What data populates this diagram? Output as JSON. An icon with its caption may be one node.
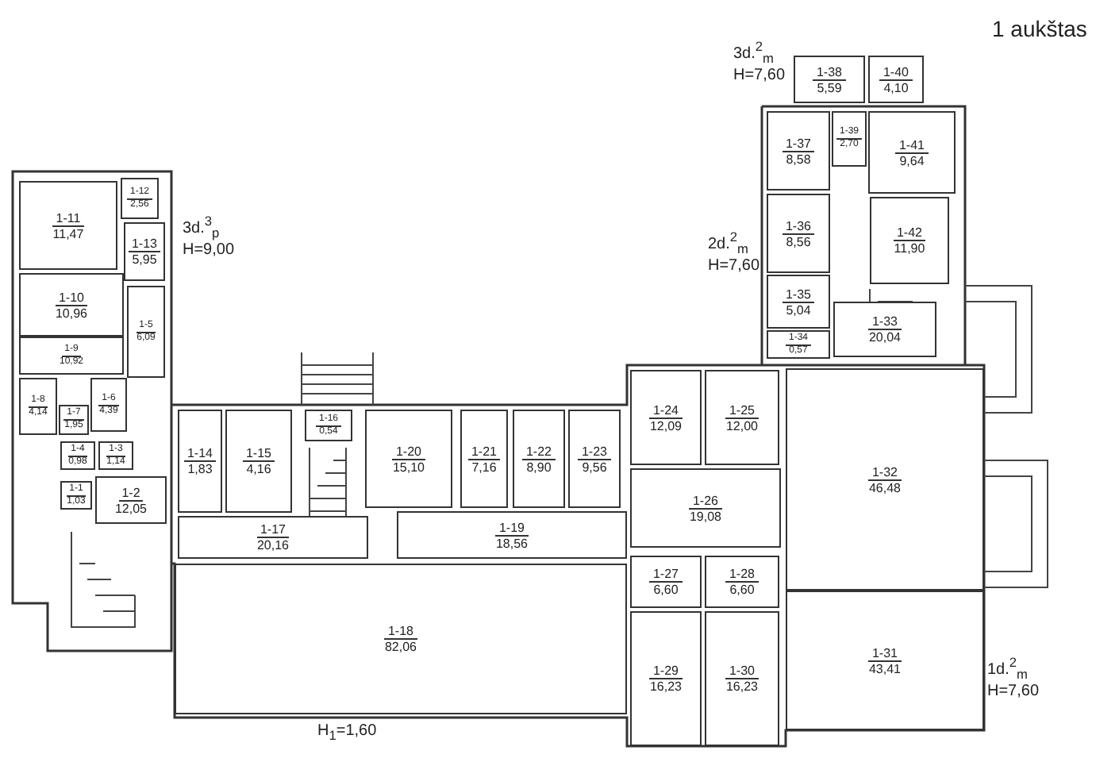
{
  "diagram": {
    "title": "1 aukštas",
    "nodes": [
      {
        "text": [
          "1-38",
          "5,59"
        ]
      },
      {
        "text": [
          "1-40",
          "4,10"
        ]
      },
      {
        "text": [
          "1-37",
          "8,58"
        ]
      },
      {
        "text": [
          "1-39",
          "2,70"
        ]
      },
      {
        "text": [
          "1-41",
          "9,64"
        ]
      },
      {
        "text": [
          "1-12",
          "2,56"
        ]
      },
      {
        "text": [
          "1-11",
          "11,47"
        ]
      },
      {
        "text": [
          "1-13",
          "5,95"
        ]
      },
      {
        "text": [
          "1-10",
          "10,96"
        ]
      },
      {
        "text": [
          "1-36",
          "8,56"
        ]
      },
      {
        "text": [
          "1-42",
          "11,90"
        ]
      },
      {
        "text": [
          "1-9",
          "10,92"
        ]
      },
      {
        "text": [
          "1-35",
          "5,04"
        ]
      },
      {
        "text": [
          "1-5",
          "6,09"
        ]
      },
      {
        "text": [
          "1-6",
          "4,39"
        ]
      },
      {
        "text": [
          "1-8",
          "4,14"
        ]
      },
      {
        "text": [
          "1-34",
          "0,57"
        ]
      },
      {
        "text": [
          "1-33",
          "20,04"
        ]
      },
      {
        "text": [
          "1-7",
          "1,95"
        ]
      },
      {
        "text": [
          "1-24",
          "12,09"
        ]
      },
      {
        "text": [
          "1-25",
          "12,00"
        ]
      },
      {
        "text": [
          "1-32",
          "46,48"
        ]
      },
      {
        "text": [
          "1-16",
          "0,54"
        ]
      },
      {
        "text": [
          "1-20",
          "15,10"
        ]
      },
      {
        "text": [
          "1-21",
          "7,16"
        ]
      },
      {
        "text": [
          "1-22",
          "8,90"
        ]
      },
      {
        "text": [
          "1-23",
          "9,56"
        ]
      },
      {
        "text": [
          "1-4",
          "0,98"
        ]
      },
      {
        "text": [
          "1-3",
          "1,14"
        ]
      },
      {
        "text": [
          "1-14",
          "1,83"
        ]
      },
      {
        "text": [
          "1-15",
          "4,16"
        ]
      },
      {
        "text": [
          "1-26",
          "19,08"
        ]
      },
      {
        "text": [
          "1-1",
          "1,03"
        ]
      },
      {
        "text": [
          "1-2",
          "12,05"
        ]
      },
      {
        "text": [
          "1-17",
          "20,16"
        ]
      },
      {
        "text": [
          "1-19",
          "18,56"
        ]
      },
      {
        "text": [
          "1-27",
          "6,60"
        ]
      },
      {
        "text": [
          "1-28",
          "6,60"
        ]
      },
      {
        "text": [
          "1-18",
          "82,06"
        ]
      },
      {
        "text": [
          "1-29",
          "16,23"
        ]
      },
      {
        "text": [
          "1-30",
          "16,23"
        ]
      },
      {
        "text": [
          "1-31",
          "43,41"
        ]
      }
    ],
    "labels": [
      "3d.$^{2}$$_{m}$",
      "H=7,60",
      "3d.$^{3}$$_{p}$",
      "H=9,00",
      "2d.$^{2}$$_{m}$",
      "H=7,60",
      "H$_{1}$=1,60",
      "1d.$^{2}$$_{m}$",
      "H=7,60"
    ]
  }
}
